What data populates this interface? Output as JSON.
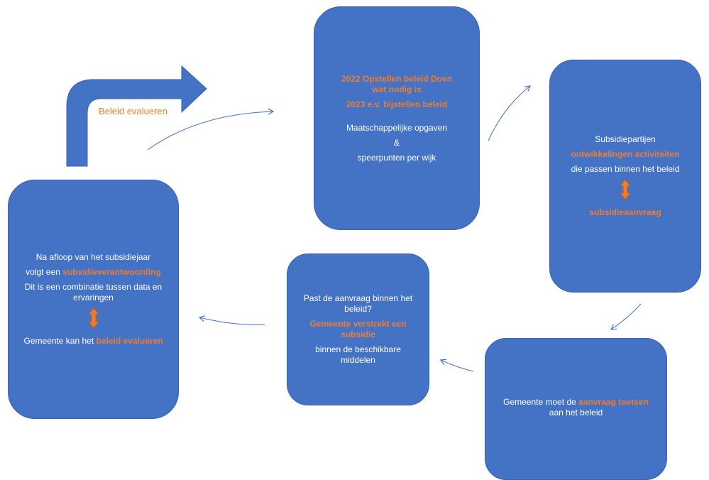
{
  "colors": {
    "box_fill": "#4472c4",
    "highlight": "#ed7d31",
    "text": "#ffffff",
    "connector": "#4472c4"
  },
  "bent_arrow": {
    "label": "Beleid evalueren",
    "icon": "bent-right-arrow-icon"
  },
  "box_policy": {
    "line1": "2022 Opstellen beleid Doen wat nodig is",
    "line2": "2023 e.v. bijstellen beleid",
    "line3": "Maatschappelijke opgaven",
    "line4": "&",
    "line5": "speerpunten per wijk"
  },
  "box_partners": {
    "line1": "Subsidiepartijen",
    "line2": "ontwikkelingen activiteiten",
    "line3": "die  passen binnen het beleid",
    "line4": "subsidieaanvraag"
  },
  "box_test": {
    "text": "Gemeente moet de ",
    "highlight": "aanvraag toetsen",
    "line2": "aan het beleid"
  },
  "box_grant": {
    "line1": "Past de aanvraag binnen het beleid?",
    "line2": "Gemeente verstrekt een subsidie",
    "line3": "binnen de beschikbare middelen"
  },
  "box_account": {
    "line1": "Na afloop van het subsidiejaar",
    "line2_pre": "volgt een ",
    "line2_hl": "subsidieverantwoording",
    "line3": "Dit is een combinatie tussen data en ervaringen",
    "line4_pre": "Gemeente kan het  ",
    "line4_hl": "beleid evalueren"
  }
}
